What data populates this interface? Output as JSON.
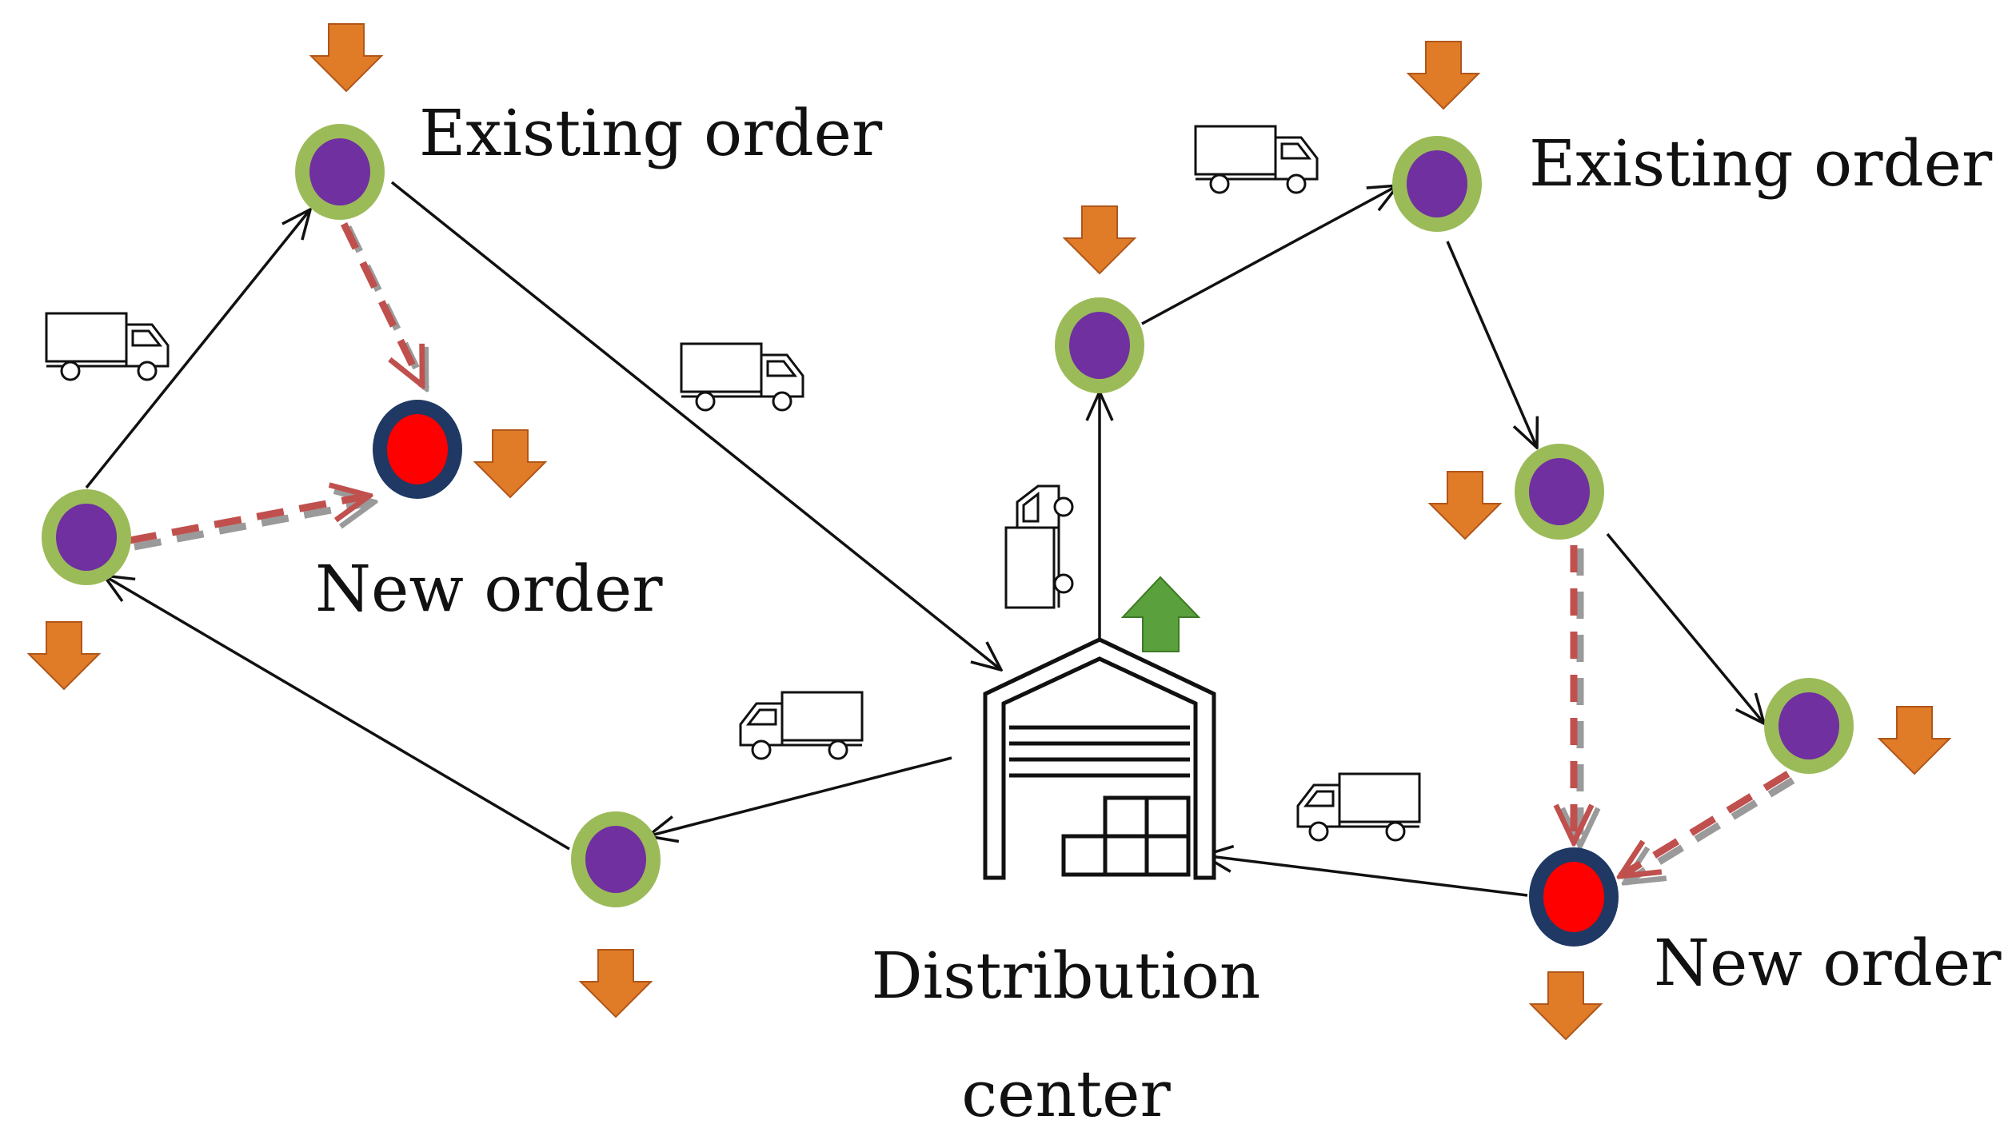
{
  "labels": {
    "existing_order_left": "Existing order",
    "existing_order_right": "Existing order",
    "new_order_left": "New order",
    "new_order_right": "New order",
    "dc_line1": "Distribution",
    "dc_line2": "center"
  },
  "colors": {
    "existing_order_fill": "#7030a0",
    "existing_order_ring": "#9bbb59",
    "new_order_fill": "#ff0000",
    "new_order_ring": "#1f3864",
    "demand_arrow": "#e07b28",
    "supply_arrow": "#5aa03c",
    "route_line": "#111111",
    "insertion_dash": "#c0504d",
    "insertion_shadow": "#9a9a9a"
  },
  "icons": {
    "truck": "delivery-truck-icon",
    "warehouse": "warehouse-icon",
    "demand": "down-arrow-icon",
    "supply": "up-arrow-icon"
  }
}
